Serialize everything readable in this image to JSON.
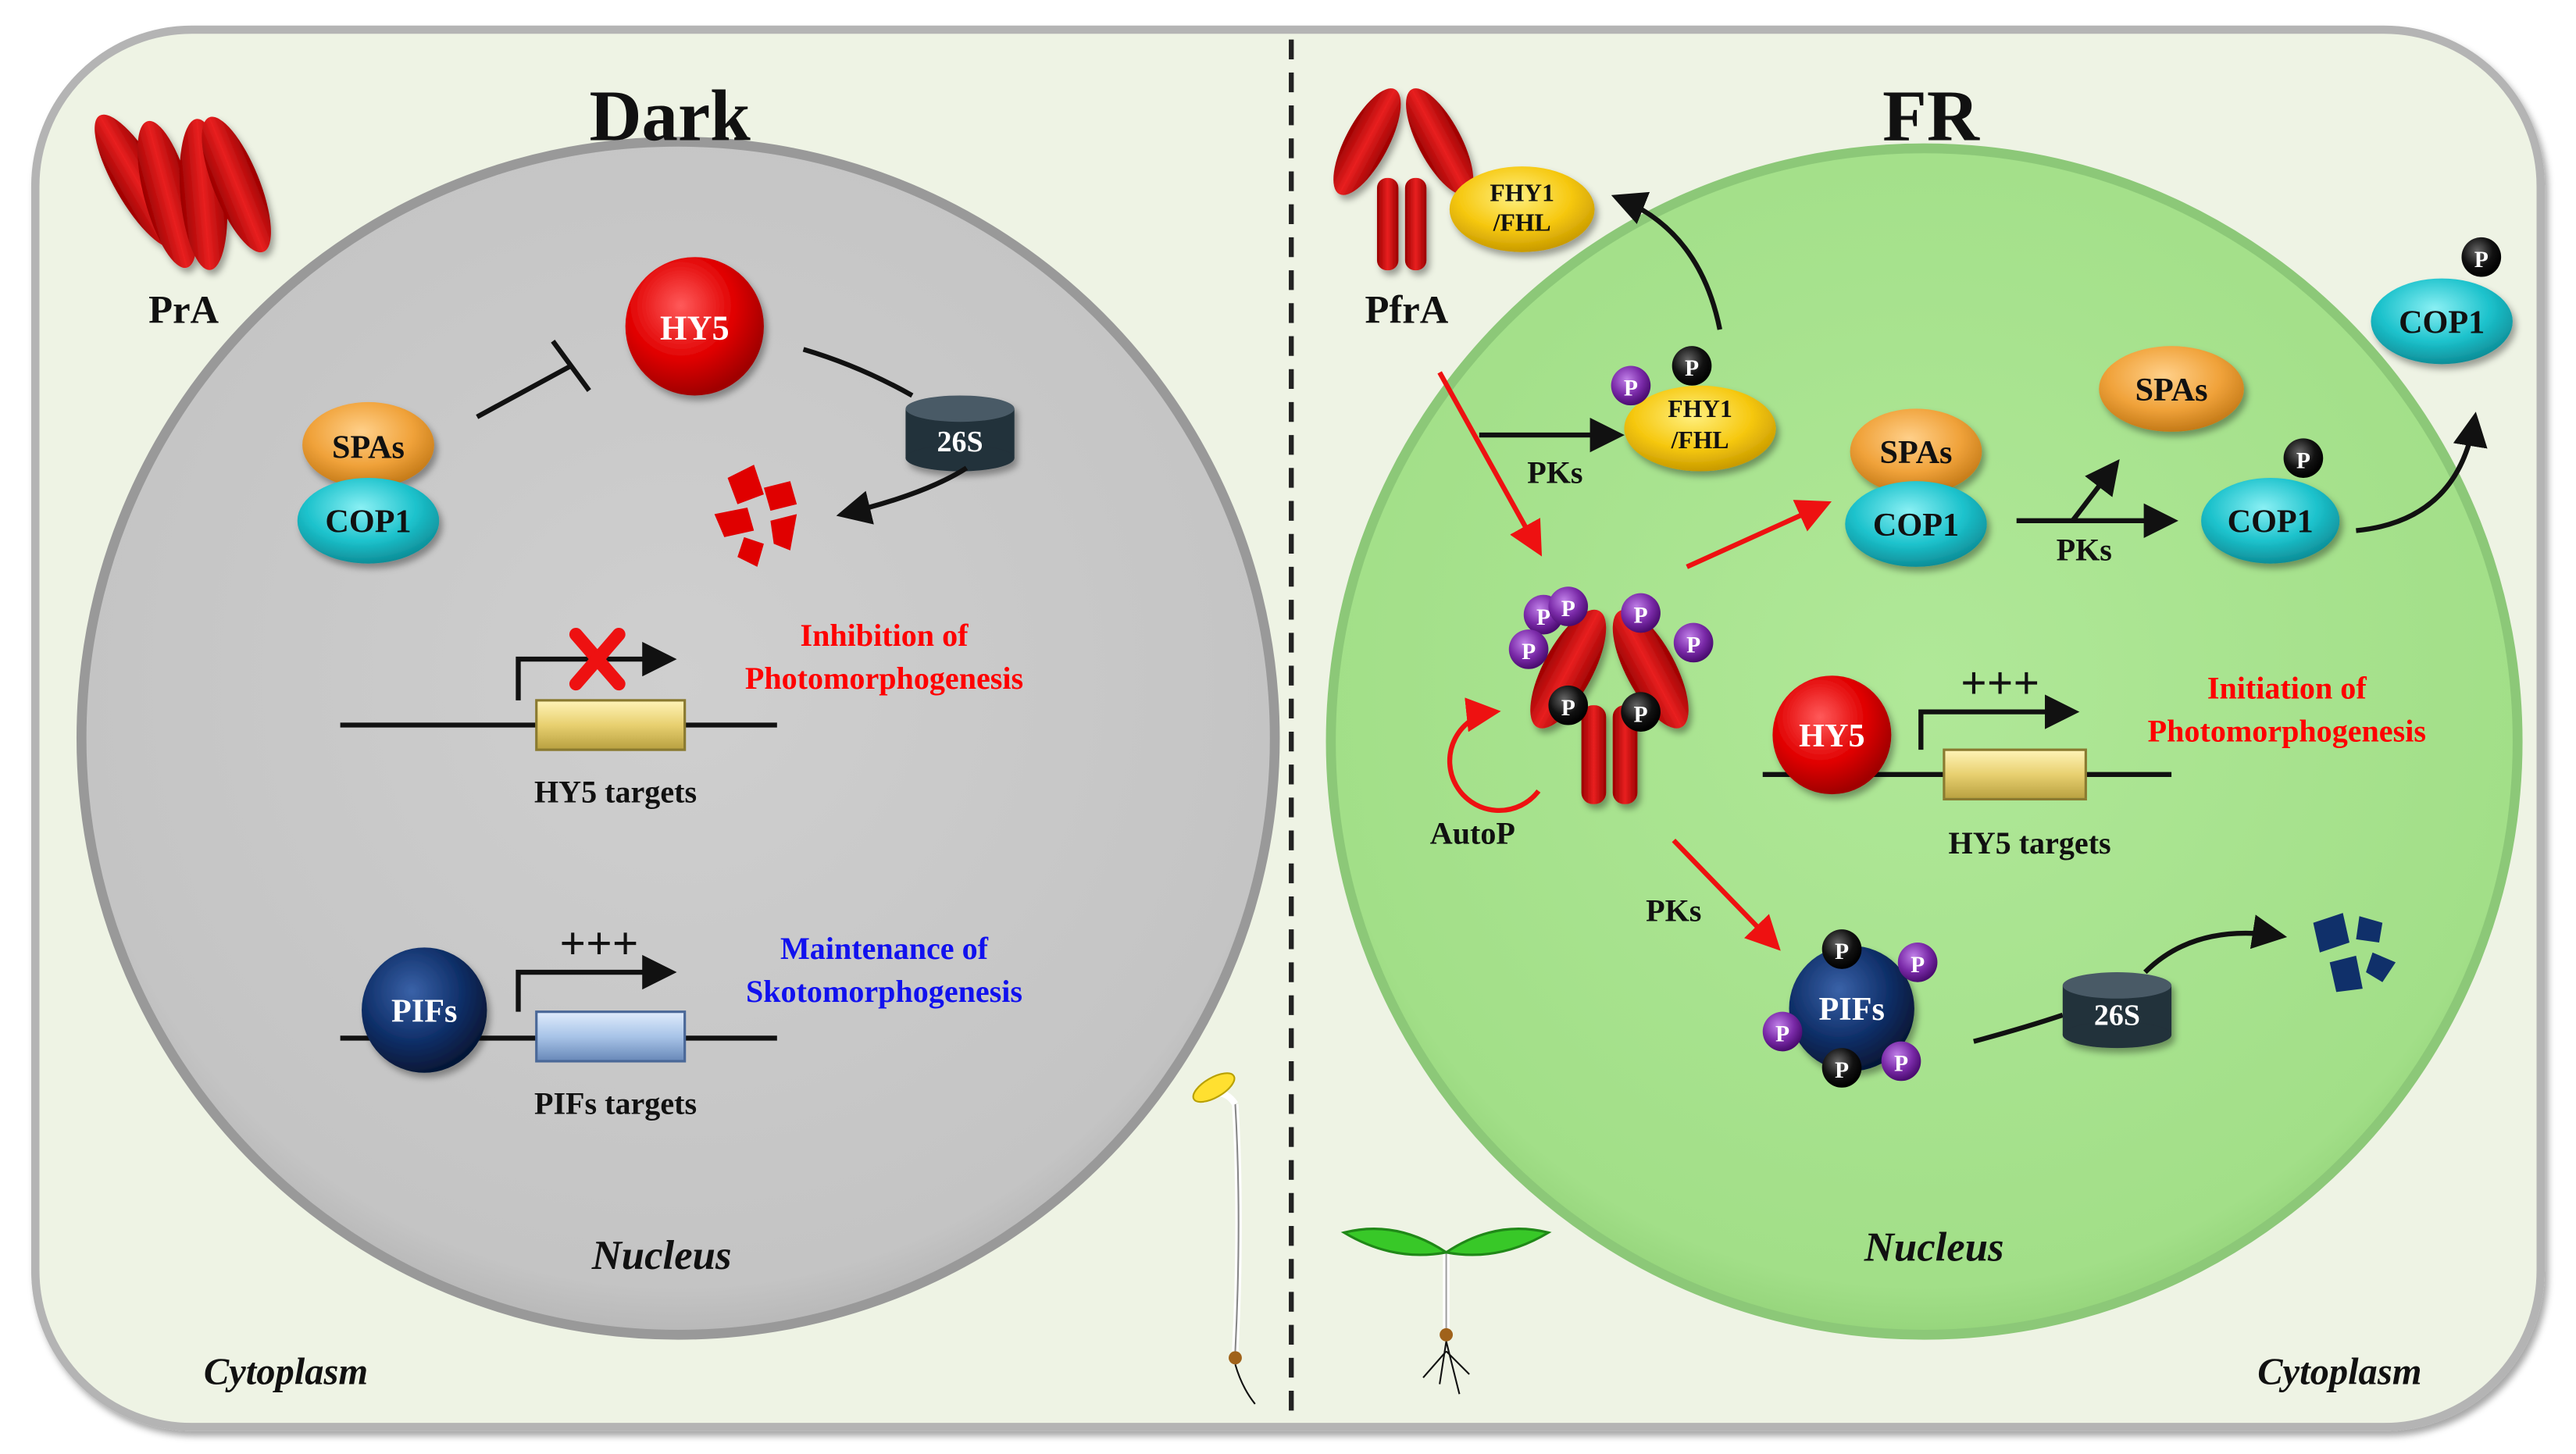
{
  "colors": {
    "cell_bg": "#eef3e4",
    "nucleus_dark": "#c8c8c8",
    "nucleus_fr": "#a6e48c",
    "phy_red": "#d3181a",
    "hy5_red": "#e60000",
    "cop1_cyan": "#1fc0cc",
    "spas_orange": "#f0a23a",
    "fhy1_yellow": "#f6c810",
    "pifs_navy": "#10306a",
    "p_purple": "#7a2aa8",
    "p_black": "#111111",
    "arrow_red": "#ee1111",
    "text_red": "#ff0000",
    "text_blue": "#1111ee",
    "target_yellow": "#e8d070",
    "target_blue": "#a8c4e8"
  },
  "dark": {
    "title": "Dark",
    "pra": "PrA",
    "spas": "SPAs",
    "cop1": "COP1",
    "hy5": "HY5",
    "s26": "26S",
    "inhibition_line1": "Inhibition of",
    "inhibition_line2": "Photomorphogenesis",
    "hy5_targets": "HY5  targets",
    "plus": "+++",
    "pifs": "PIFs",
    "maintenance_line1": "Maintenance of",
    "maintenance_line2": "Skotomorphogenesis",
    "pifs_targets": "PIFs  targets",
    "nucleus": "Nucleus",
    "cytoplasm": "Cytoplasm"
  },
  "fr": {
    "title": "FR",
    "pfra": "PfrA",
    "fhy1_line1": "FHY1",
    "fhy1_line2": "/FHL",
    "pks": "PKs",
    "p": "P",
    "spas": "SPAs",
    "cop1": "COP1",
    "autop": "AutoP",
    "hy5": "HY5",
    "plus": "+++",
    "initiation_line1": "Initiation of",
    "initiation_line2": "Photomorphogenesis",
    "hy5_targets": "HY5  targets",
    "pifs": "PIFs",
    "s26": "26S",
    "nucleus": "Nucleus",
    "cytoplasm": "Cytoplasm"
  }
}
